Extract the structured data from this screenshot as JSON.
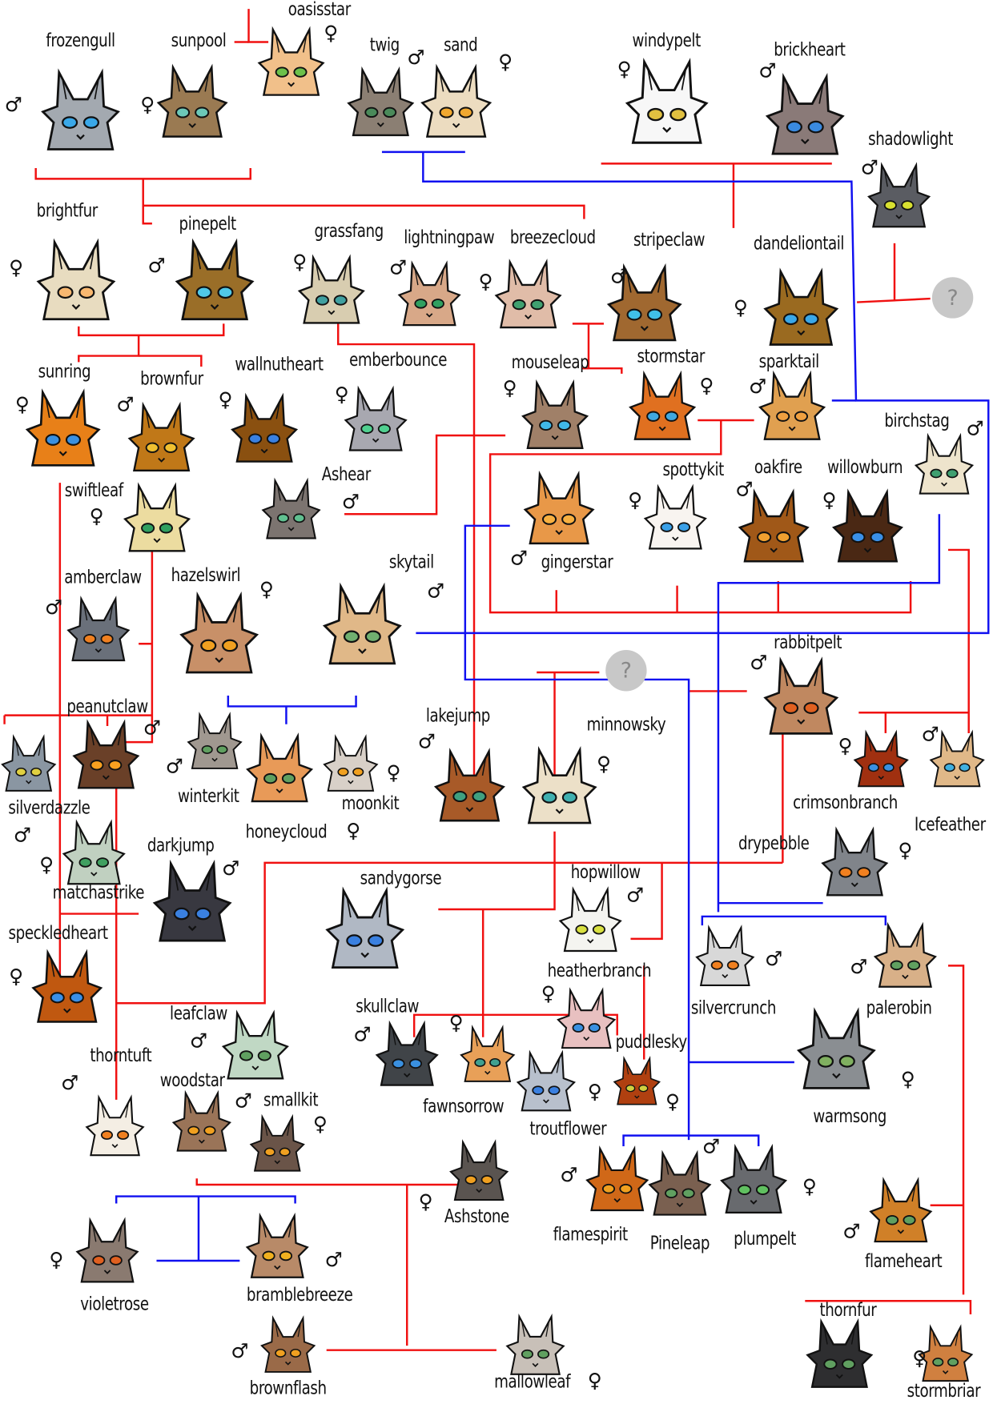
{
  "title": "cat family tree",
  "colors": {
    "partner_line": "#f01010",
    "link_line": "#1010f0"
  },
  "unknown_label": "?",
  "cats": [
    {
      "name": "frozengull",
      "gender": "♂",
      "fur": "#a3a9b0",
      "eye": "#3aa8e8"
    },
    {
      "name": "sunpool",
      "gender": "♀",
      "fur": "#9a7a52",
      "eye": "#6cc8b8"
    },
    {
      "name": "oasisstar",
      "gender": "♀",
      "fur": "#f1c08a",
      "eye": "#6cc04a"
    },
    {
      "name": "twig",
      "gender": "♂",
      "fur": "#8b7f73",
      "eye": "#4a8a5a"
    },
    {
      "name": "sand",
      "gender": "♀",
      "fur": "#ecdcc0",
      "eye": "#f0a830"
    },
    {
      "name": "windypelt",
      "gender": "♀",
      "fur": "#f7f7f7",
      "eye": "#e0c040"
    },
    {
      "name": "brickheart",
      "gender": "♂",
      "fur": "#8a7a78",
      "eye": "#3a8ae0"
    },
    {
      "name": "shadowlight",
      "gender": "♂",
      "fur": "#5a5c62",
      "eye": "#d8e030"
    },
    {
      "name": "brightfur",
      "gender": "♀",
      "fur": "#e8dcc0",
      "eye": "#f8b870"
    },
    {
      "name": "pinepelt",
      "gender": "♂",
      "fur": "#9a6e28",
      "eye": "#50c8e8"
    },
    {
      "name": "grassfang",
      "gender": "♀",
      "fur": "#d8cdb0",
      "eye": "#40a0a0"
    },
    {
      "name": "lightningpaw",
      "gender": "♂",
      "fur": "#d8a888",
      "eye": "#30a060"
    },
    {
      "name": "breezecloud",
      "gender": "♀",
      "fur": "#e0bca8",
      "eye": "#40a070"
    },
    {
      "name": "stripeclaw",
      "gender": "♂",
      "fur": "#a06830",
      "eye": "#40c0e8"
    },
    {
      "name": "dandeliontail",
      "gender": "♀",
      "fur": "#9a6a20",
      "eye": "#3aa8e8"
    },
    {
      "name": "sunring",
      "gender": "♀",
      "fur": "#e88018",
      "eye": "#3a90e0"
    },
    {
      "name": "brownfur",
      "gender": "♂",
      "fur": "#c07818",
      "eye": "#f0c030"
    },
    {
      "name": "wallnutheart",
      "gender": "♀",
      "fur": "#8a5010",
      "eye": "#3a80e0"
    },
    {
      "name": "emberbounce",
      "gender": "♀",
      "fur": "#a8a8b0",
      "eye": "#50d090"
    },
    {
      "name": "Ashear",
      "gender": "♂",
      "fur": "#7c7470",
      "eye": "#60c090"
    },
    {
      "name": "mouseleap",
      "gender": "♀",
      "fur": "#a08068",
      "eye": "#40b8e8"
    },
    {
      "name": "stormstar",
      "gender": "♀",
      "fur": "#e07020",
      "eye": "#40a8e0"
    },
    {
      "name": "sparktail",
      "gender": "♂",
      "fur": "#e0a050",
      "eye": "#f0a040"
    },
    {
      "name": "birchstag",
      "gender": "♂",
      "fur": "#eee4cc",
      "eye": "#40a070"
    },
    {
      "name": "swiftleaf",
      "gender": "♀",
      "fur": "#ecdca0",
      "eye": "#30a060"
    },
    {
      "name": "gingerstar",
      "gender": "♂",
      "fur": "#e89848",
      "eye": "#f8b040"
    },
    {
      "name": "spottykit",
      "gender": "♀",
      "fur": "#f8f4f0",
      "eye": "#3aa0e8"
    },
    {
      "name": "oakfire",
      "gender": "♂",
      "fur": "#a05818",
      "eye": "#f0a030"
    },
    {
      "name": "willowburn",
      "gender": "♀",
      "fur": "#4a2814",
      "eye": "#3a90e8"
    },
    {
      "name": "amberclaw",
      "gender": "♂",
      "fur": "#6a707a",
      "eye": "#f08020"
    },
    {
      "name": "hazelswirl",
      "gender": "♀",
      "fur": "#c89068",
      "eye": "#f0a020"
    },
    {
      "name": "skytail",
      "gender": "♂",
      "fur": "#e0b888",
      "eye": "#70b070"
    },
    {
      "name": "rabbitpelt",
      "gender": "♂",
      "fur": "#c08860",
      "eye": "#e06020"
    },
    {
      "name": "peanutclaw",
      "gender": "♂",
      "fur": "#6a4028",
      "eye": "#f8a020"
    },
    {
      "name": "silverdazzle",
      "gender": "♂",
      "fur": "#8a96a2",
      "eye": "#e0d040"
    },
    {
      "name": "winterkit",
      "gender": "♂",
      "fur": "#a09890",
      "eye": "#60a060"
    },
    {
      "name": "honeycloud",
      "gender": "♀",
      "fur": "#e89a58",
      "eye": "#60a060"
    },
    {
      "name": "moonkit",
      "gender": "♀",
      "fur": "#d8d0c8",
      "eye": "#f0a020"
    },
    {
      "name": "lakejump",
      "gender": "♂",
      "fur": "#a85a28",
      "eye": "#40a080"
    },
    {
      "name": "minnowsky",
      "gender": "♀",
      "fur": "#ece0c8",
      "eye": "#40b0b0"
    },
    {
      "name": "crimsonbranch",
      "gender": "♀",
      "fur": "#a03010",
      "eye": "#3a90e0"
    },
    {
      "name": "Icefeather",
      "gender": "♂",
      "fur": "#e0b888",
      "eye": "#40b0e0"
    },
    {
      "name": "matchastrike",
      "gender": "♀",
      "fur": "#c0d0c0",
      "eye": "#40a060"
    },
    {
      "name": "darkjump",
      "gender": "♂",
      "fur": "#383840",
      "eye": "#3a80e0"
    },
    {
      "name": "drypebble",
      "gender": "♀",
      "fur": "#80848a",
      "eye": "#f08020"
    },
    {
      "name": "sandygorse",
      "gender": "",
      "fur": "#b0b8c4",
      "eye": "#3a80e0"
    },
    {
      "name": "hopwillow",
      "gender": "♂",
      "fur": "#f4f4f0",
      "eye": "#d8e040"
    },
    {
      "name": "speckledheart",
      "gender": "♀",
      "fur": "#c05810",
      "eye": "#3a90e8"
    },
    {
      "name": "silvercrunch",
      "gender": "♂",
      "fur": "#d8d8d8",
      "eye": "#f08020"
    },
    {
      "name": "palerobin",
      "gender": "♂",
      "fur": "#d8b088",
      "eye": "#60a060"
    },
    {
      "name": "heatherbranch",
      "gender": "♀",
      "fur": "#e8c0c0",
      "eye": "#3a90e0"
    },
    {
      "name": "leafclaw",
      "gender": "♂",
      "fur": "#c0d8c4",
      "eye": "#60a060"
    },
    {
      "name": "skullclaw",
      "gender": "♂",
      "fur": "#404448",
      "eye": "#3a90e0"
    },
    {
      "name": "fawnsorrow",
      "gender": "♀",
      "fur": "#e8a058",
      "eye": "#40a090"
    },
    {
      "name": "troutflower",
      "gender": "♀",
      "fur": "#b8c0cc",
      "eye": "#3a80e0"
    },
    {
      "name": "puddlesky",
      "gender": "♀",
      "fur": "#b04010",
      "eye": "#d0d040"
    },
    {
      "name": "warmsong",
      "gender": "♀",
      "fur": "#8a8e92",
      "eye": "#80b060"
    },
    {
      "name": "thorntuft",
      "gender": "♂",
      "fur": "#f4eee4",
      "eye": "#f08020"
    },
    {
      "name": "woodstar",
      "gender": "♂",
      "fur": "#9a7458",
      "eye": "#f0a020"
    },
    {
      "name": "smallkit",
      "gender": "♀",
      "fur": "#6a5448",
      "eye": "#f0a020"
    },
    {
      "name": "Ashstone",
      "gender": "♀",
      "fur": "#5a5450",
      "eye": "#f0a020"
    },
    {
      "name": "flamespirit",
      "gender": "♂",
      "fur": "#d06818",
      "eye": "#f0a020"
    },
    {
      "name": "Pineleap",
      "gender": "♂",
      "fur": "#7a6050",
      "eye": "#60a060"
    },
    {
      "name": "plumpelt",
      "gender": "♀",
      "fur": "#686a6e",
      "eye": "#60c060"
    },
    {
      "name": "flameheart",
      "gender": "♂",
      "fur": "#d08028",
      "eye": "#60a060"
    },
    {
      "name": "violetrose",
      "gender": "♀",
      "fur": "#8a7a70",
      "eye": "#e06020"
    },
    {
      "name": "bramblebreeze",
      "gender": "♂",
      "fur": "#b88a68",
      "eye": "#f0b020"
    },
    {
      "name": "brownflash",
      "gender": "♂",
      "fur": "#9a6a48",
      "eye": "#f0a020"
    },
    {
      "name": "mallowleaf",
      "gender": "♀",
      "fur": "#c8c0b8",
      "eye": "#60a060"
    },
    {
      "name": "thornfur",
      "gender": "",
      "fur": "#2e2e30",
      "eye": "#60a060"
    },
    {
      "name": "stormbriar",
      "gender": "♀",
      "fur": "#d08040",
      "eye": "#60a060"
    }
  ]
}
